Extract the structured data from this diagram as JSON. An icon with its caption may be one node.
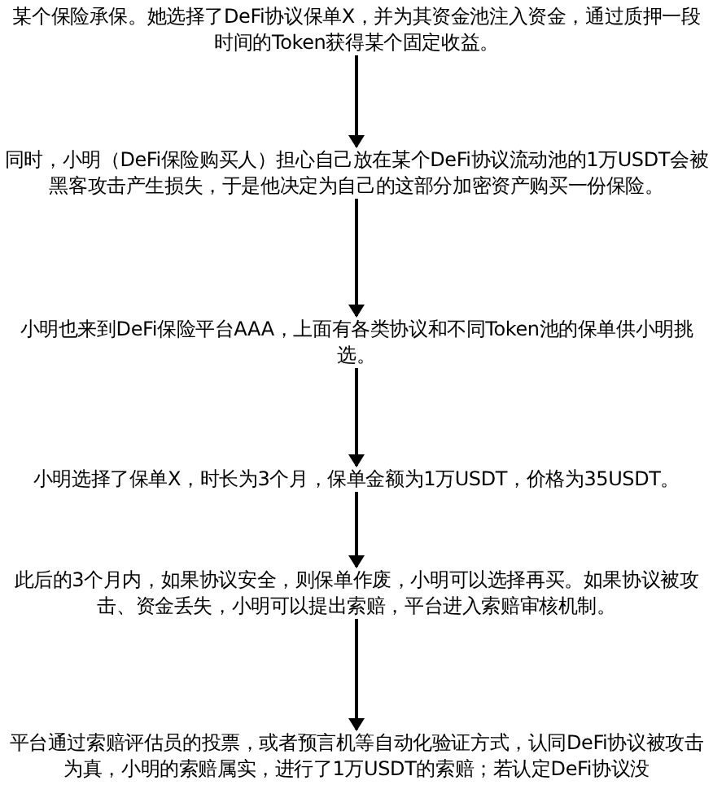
{
  "diagram": {
    "nodes": [
      {
        "text": [
          "某个保险承保。她选择了DeFi协议保单X，并为其资金池注入资金，通过质押一段时间的Token获得某个固定收益。"
        ]
      },
      {
        "text": [
          "同时，小明（DeFi保险购买人）担心自己放在某个DeFi协议流动池的1万USDT会被黑客攻击产生损失，于是他决定为自己的这部分加密资产购买一份保险。"
        ]
      },
      {
        "text": [
          "小明也来到DeFi保险平台AAA，上面有各类协议和不同Token池的保单供小明挑选。"
        ]
      },
      {
        "text": [
          "小明选择了保单X，时长为3个月，保单金额为1万USDT，价格为35USDT。"
        ]
      },
      {
        "text": [
          "此后的3个月内，如果协议安全，则保单作废，小明可以选择再买。如果协议被攻击、资金丢失，小明可以提出索赔，平台进入索赔审核机制。"
        ]
      },
      {
        "text": [
          "平台通过索赔评估员的投票，或者预言机等自动化验证方式，认同DeFi协议被攻击为真，小明的索赔属实，进行了1万USDT的索赔；若认定DeFi协议没"
        ]
      }
    ],
    "edges": [
      {
        "from": 0,
        "to": 1,
        "arrow": "to"
      },
      {
        "from": 1,
        "to": 2,
        "arrow": "to"
      },
      {
        "from": 2,
        "to": 3,
        "arrow": "to"
      },
      {
        "from": 3,
        "to": 4,
        "arrow": "to"
      },
      {
        "from": 4,
        "to": 5,
        "arrow": "to"
      }
    ]
  }
}
